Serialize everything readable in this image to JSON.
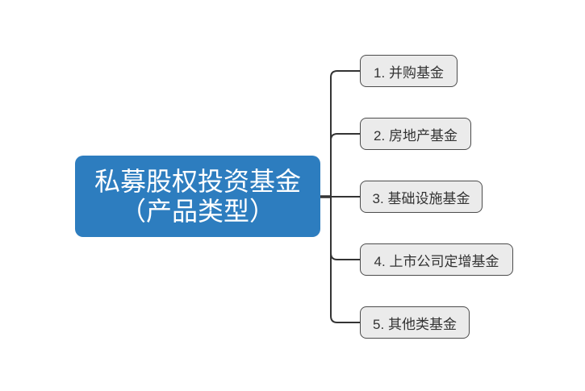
{
  "root": {
    "label_line1": "私募股权投资基金",
    "label_line2": "（产品类型）"
  },
  "children": [
    {
      "label": "1. 并购基金"
    },
    {
      "label": "2. 房地产基金"
    },
    {
      "label": "3. 基础设施基金"
    },
    {
      "label": "4. 上市公司定增基金"
    },
    {
      "label": "5. 其他类基金"
    }
  ],
  "colors": {
    "root_fill": "#2d7dbf",
    "root_text": "#ffffff",
    "child_fill": "#ebebeb",
    "child_border": "#4c4c4c",
    "child_text": "#333333",
    "line": "#343434",
    "canvas_bg": "#ffffff"
  }
}
